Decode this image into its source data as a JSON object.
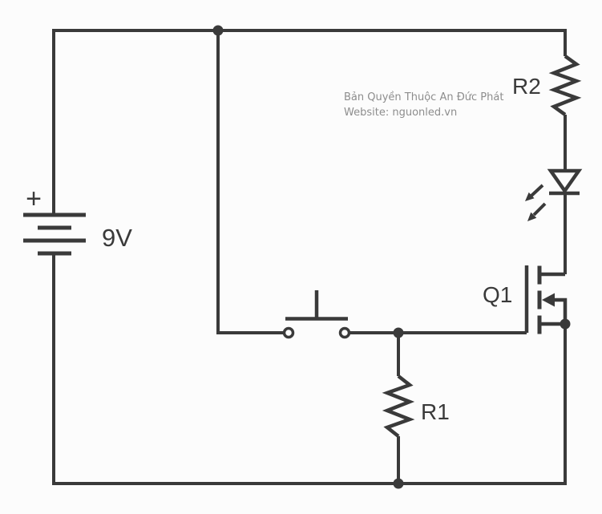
{
  "colors": {
    "wire": "#3a3a3a",
    "background": "#fcfcfc",
    "watermark": "#8d8d8d"
  },
  "watermark": {
    "line1": "Bản Quyền Thuộc An Đức Phát",
    "line2": "Website: nguonled.vn"
  },
  "components": {
    "battery": {
      "type": "battery",
      "label": "9V",
      "polarity": "+"
    },
    "r2": {
      "type": "resistor",
      "label": "R2"
    },
    "r1": {
      "type": "resistor",
      "label": "R1"
    },
    "q1": {
      "type": "n-channel-mosfet",
      "label": "Q1"
    },
    "led": {
      "type": "led"
    },
    "sw1": {
      "type": "pushbutton-switch"
    }
  }
}
